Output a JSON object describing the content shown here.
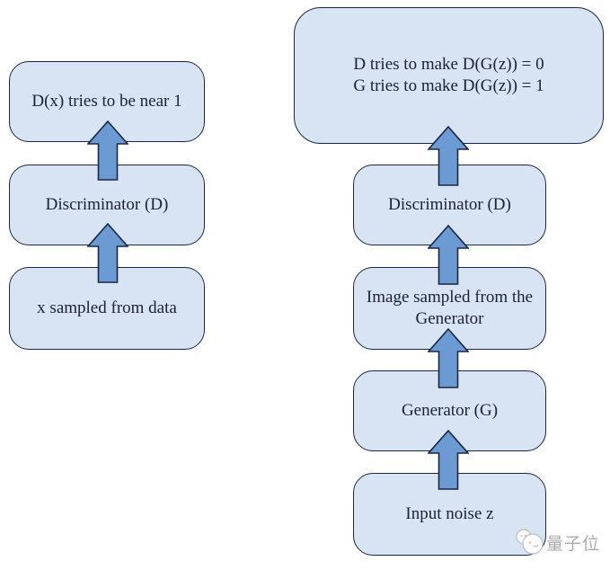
{
  "colors": {
    "box_fill": "#d8e4f3",
    "box_border": "#1a2742",
    "arrow_fill": "#6c9bd3",
    "text": "#1c2133",
    "watermark_gray": "#ababab",
    "background": "#ffffff"
  },
  "left_flow": {
    "output_label": "D(x) tries to be near 1",
    "discriminator_label": "Discriminator (D)",
    "input_label": "x sampled from data"
  },
  "right_flow": {
    "objective_line1": "D tries to make D(G(z)) = 0",
    "objective_line2": "G tries to make D(G(z)) = 1",
    "discriminator_label": "Discriminator (D)",
    "image_label": "Image sampled from the Generator",
    "generator_label": "Generator (G)",
    "noise_label": "Input noise z"
  },
  "watermark": {
    "text": "量子位",
    "logo": "qbitai-bubbles-logo"
  }
}
